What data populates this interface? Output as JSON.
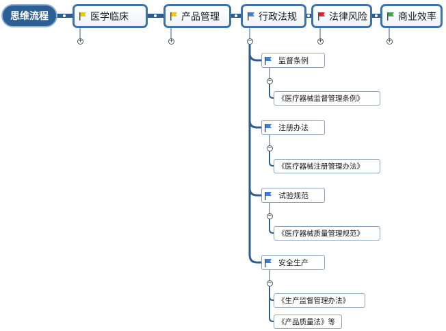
{
  "root": {
    "label": "思维流程"
  },
  "topics": [
    {
      "id": "clinical",
      "label": "医学临床",
      "flag_icon": "flag-icon",
      "flag_color": "#f0c419",
      "collapsed": true
    },
    {
      "id": "product",
      "label": "产品管理",
      "flag_icon": "flag-icon",
      "flag_color": "#f0c419",
      "collapsed": true
    },
    {
      "id": "admin",
      "label": "行政法规",
      "flag_icon": "flag-icon",
      "flag_color": "#3b7fd6",
      "collapsed": false
    },
    {
      "id": "legal",
      "label": "法律风险",
      "flag_icon": "flag-icon",
      "flag_color": "#d9262c",
      "collapsed": true
    },
    {
      "id": "efficiency",
      "label": "商业效率",
      "flag_icon": "flag-icon",
      "flag_color": "#3fa64a",
      "collapsed": true
    }
  ],
  "admin_children": [
    {
      "label": "监督条例",
      "flag_icon": "flag-icon",
      "flag_color": "#3b7fd6",
      "leaves": [
        "《医疗器械监督管理条例》"
      ]
    },
    {
      "label": "注册办法",
      "flag_icon": "flag-icon",
      "flag_color": "#3b7fd6",
      "leaves": [
        "《医疗器械注册管理办法》"
      ]
    },
    {
      "label": "试验规范",
      "flag_icon": "flag-icon",
      "flag_color": "#3b7fd6",
      "leaves": [
        "《医疗器械质量管理规范》"
      ]
    },
    {
      "label": "安全生产",
      "flag_icon": "flag-icon",
      "flag_color": "#3b7fd6",
      "leaves": [
        "《生产监督管理办法》",
        "《产品质量法》等"
      ]
    }
  ],
  "toggle_symbols": {
    "expand": "+",
    "collapse": "−"
  },
  "colors": {
    "root_fill": "#2e5f94",
    "topic_border": "#3d73a8",
    "connector": "#2f5d8f"
  }
}
